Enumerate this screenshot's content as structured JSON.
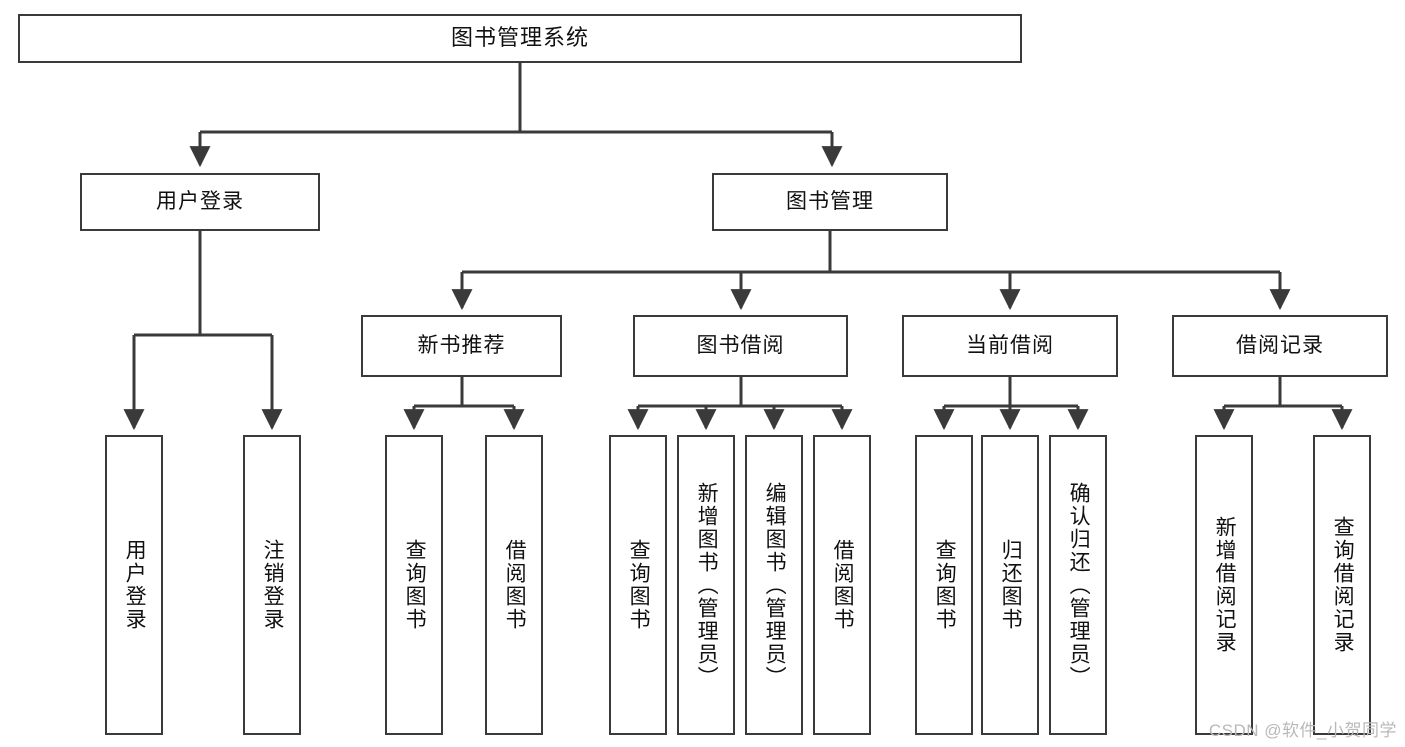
{
  "diagram": {
    "title": "图书管理系统",
    "type": "tree-hierarchy-diagram",
    "watermark": "CSDN @软件_小贺同学",
    "colors": {
      "stroke": "#3a3a3a",
      "box_fill": "#ffffff",
      "text": "#111111",
      "watermark": "#b9b9b9",
      "background": "#ffffff"
    }
  },
  "nodes": {
    "root": {
      "label": "图书管理系统"
    },
    "level1": [
      {
        "id": "user-login",
        "label": "用户登录"
      },
      {
        "id": "book-manage",
        "label": "图书管理"
      }
    ],
    "level2": [
      {
        "id": "new-book-recommend",
        "label": "新书推荐"
      },
      {
        "id": "book-borrow",
        "label": "图书借阅"
      },
      {
        "id": "current-borrow",
        "label": "当前借阅"
      },
      {
        "id": "borrow-record",
        "label": "借阅记录"
      }
    ],
    "leaves": {
      "user-login": [
        {
          "id": "leaf-user-login",
          "label": "用户登录"
        },
        {
          "id": "leaf-user-logout",
          "label": "注销登录"
        }
      ],
      "new-book-recommend": [
        {
          "id": "leaf-query-book-1",
          "label": "查询图书"
        },
        {
          "id": "leaf-borrow-book-1",
          "label": "借阅图书"
        }
      ],
      "book-borrow": [
        {
          "id": "leaf-query-book-2",
          "label": "查询图书"
        },
        {
          "id": "leaf-add-book",
          "label": "新增图书（管理员）"
        },
        {
          "id": "leaf-edit-book",
          "label": "编辑图书（管理员）"
        },
        {
          "id": "leaf-borrow-book-2",
          "label": "借阅图书"
        }
      ],
      "current-borrow": [
        {
          "id": "leaf-query-book-3",
          "label": "查询图书"
        },
        {
          "id": "leaf-return-book",
          "label": "归还图书"
        },
        {
          "id": "leaf-confirm-return",
          "label": "确认归还（管理员）"
        }
      ],
      "borrow-record": [
        {
          "id": "leaf-add-record",
          "label": "新增借阅记录"
        },
        {
          "id": "leaf-query-record",
          "label": "查询借阅记录"
        }
      ]
    }
  }
}
